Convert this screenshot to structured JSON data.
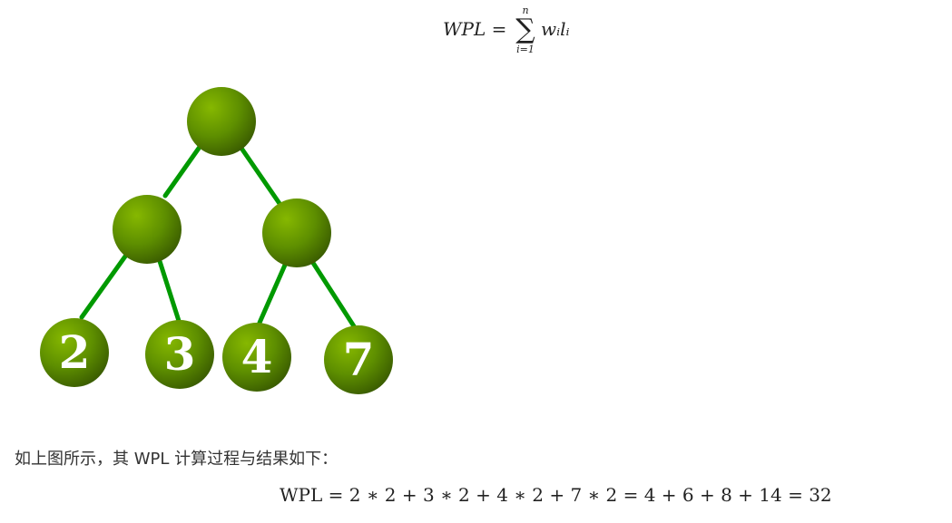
{
  "formula_top": {
    "lhs": "WPL =",
    "sigma": "∑",
    "sup": "n",
    "sub": "i=1",
    "rhs": "wᵢlᵢ"
  },
  "tree": {
    "node_color_light": "#7fb000",
    "node_color_dark": "#3f6400",
    "edge_color": "#009900",
    "leaves": [
      "2",
      "3",
      "4",
      "7"
    ]
  },
  "caption": "如上图所示，其 WPL 计算过程与结果如下：",
  "formula_bottom": "WPL = 2 ∗ 2 + 3 ∗ 2 + 4 ∗ 2 + 7 ∗ 2 = 4 + 6 + 8 + 14 = 32"
}
